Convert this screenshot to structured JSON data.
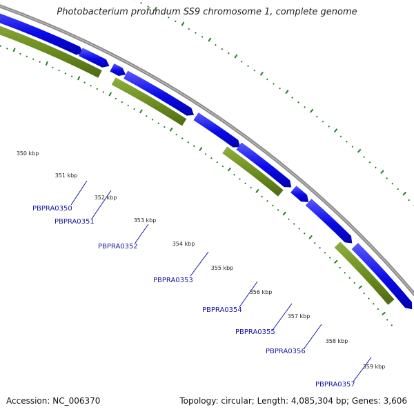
{
  "title": "Photobacterium profundum SS9 chromosome 1, complete genome",
  "footer": {
    "accession": "Accession: NC_006370",
    "summary": "Topology: circular; Length: 4,085,304 bp; Genes: 3,606"
  },
  "colors": {
    "backbone": "#8a8a8a",
    "forward_gene": "#1010f0",
    "reverse_gene": "#6b8c1e",
    "gc_marks": "#1f7f1f",
    "label": "#1515a0"
  },
  "kbp_ticks": [
    "350 kbp",
    "351 kbp",
    "352 kbp",
    "353 kbp",
    "354 kbp",
    "355 kbp",
    "356 kbp",
    "357 kbp",
    "358 kbp",
    "359 kbp"
  ],
  "gene_labels": [
    "PBPRA0350",
    "PBPRA0351",
    "PBPRA0352",
    "PBPRA0353",
    "PBPRA0354",
    "PBPRA0355",
    "PBPRA0356",
    "PBPRA0357"
  ]
}
